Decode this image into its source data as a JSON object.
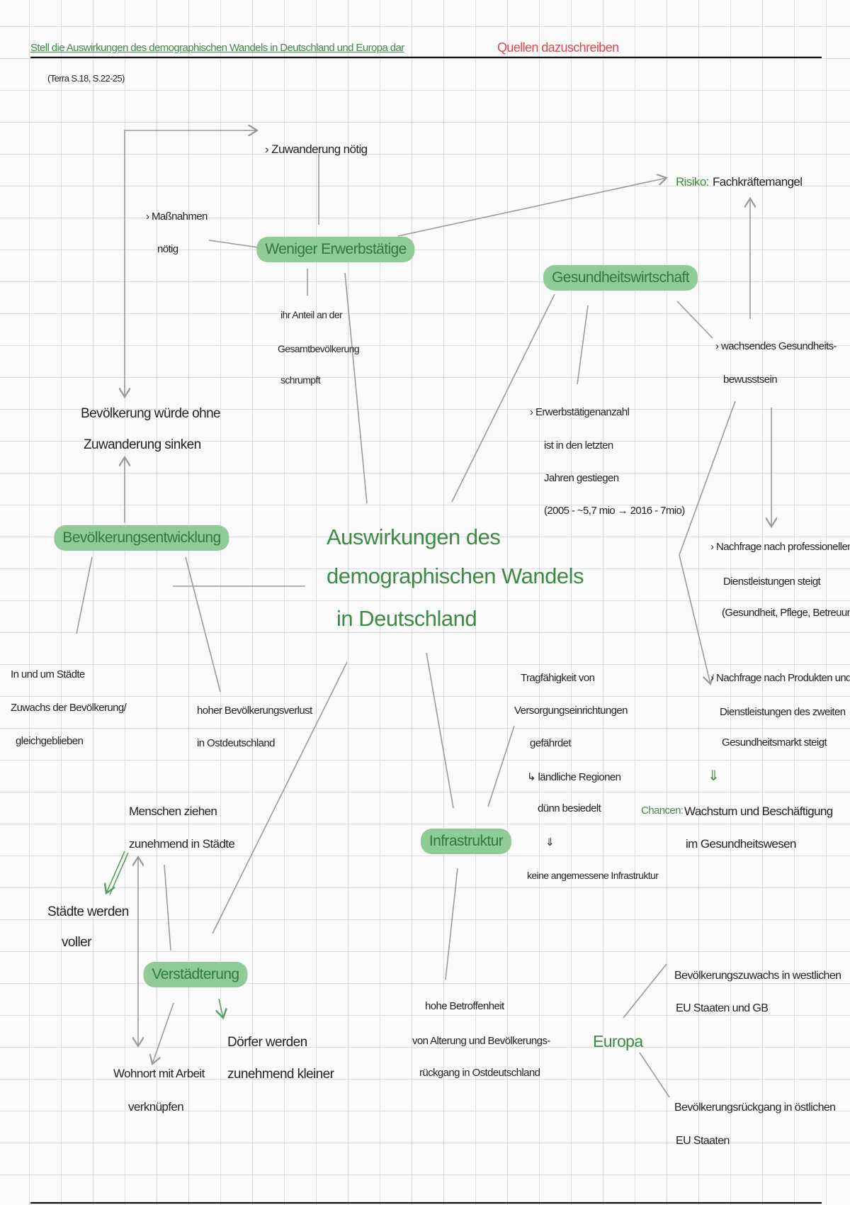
{
  "header": {
    "task": "Stell die Auswirkungen des demographischen Wandels in Deutschland und Europa dar",
    "note_red": "Quellen dazuschreiben",
    "source": "(Terra S.18, S.22-25)"
  },
  "center": [
    "Auswirkungen des",
    "demographischen Wandels",
    "in Deutschland"
  ],
  "hubs": {
    "erwerbstaetige": "Weniger Erwerbstätige",
    "gesundheit": "Gesundheitswirtschaft",
    "bevoelkerung": "Bevölkerungsentwicklung",
    "infrastruktur": "Infrastruktur",
    "verstaedterung": "Verstädterung",
    "europa": "Europa"
  },
  "notes": {
    "zuwanderung": "› Zuwanderung nötig",
    "massnahmen": [
      "› Maßnahmen",
      "nötig"
    ],
    "risiko_label": "Risiko:",
    "risiko_text": "Fachkräftemangel",
    "anteil": [
      "ihr Anteil an der",
      "Gesamtbevölkerung",
      "schrumpft"
    ],
    "bewusstsein": [
      "› wachsendes Gesundheits-",
      "bewusstsein"
    ],
    "ohne_zuwanderung": [
      "Bevölkerung würde ohne",
      "Zuwanderung sinken"
    ],
    "erwerbsanzahl": [
      "› Erwerbstätigenanzahl",
      "ist in den letzten",
      "Jahren gestiegen",
      "(2005 - ~5,7 mio → 2016 - 7mio)"
    ],
    "nachfrage_prof": [
      "› Nachfrage nach professionellen",
      "Dienstleistungen steigt",
      "(Gesundheit, Pflege, Betreuung)"
    ],
    "staedte_zuwachs": [
      "In und um Städte",
      "Zuwachs der Bevölkerung/",
      "gleichgeblieben"
    ],
    "verlust_ost": [
      "hoher Bevölkerungsverlust",
      "in Ostdeutschland"
    ],
    "tragfaehigkeit": [
      "Tragfähigkeit von",
      "Versorgungseinrichtungen",
      "gefährdet",
      "↳ ländliche Regionen",
      "dünn besiedelt",
      "⇓",
      "keine angemessene Infrastruktur"
    ],
    "nachfrage_zweit": [
      "› Nachfrage nach Produkten und",
      "Dienstleistungen des zweiten",
      "Gesundheitsmarkt steigt"
    ],
    "chancen_arrow": "⇓",
    "chancen_label": "Chancen:",
    "chancen": [
      "Wachstum und Beschäftigung",
      "im Gesundheitswesen"
    ],
    "menschen": [
      "Menschen ziehen",
      "zunehmend in Städte"
    ],
    "staedte_voller": [
      "Städte werden",
      "voller"
    ],
    "doerfer": [
      "Dörfer werden",
      "zunehmend kleiner"
    ],
    "wohnort": [
      "Wohnort mit Arbeit",
      "verknüpfen"
    ],
    "betroffenheit": [
      "hohe Betroffenheit",
      "von Alterung und Bevölkerungs-",
      "rückgang in Ostdeutschland"
    ],
    "eu_west": [
      "Bevölkerungszuwachs in westlichen",
      "EU Staaten und GB"
    ],
    "eu_ost": [
      "Bevölkerungsrückgang in östlichen",
      "EU Staaten"
    ]
  }
}
